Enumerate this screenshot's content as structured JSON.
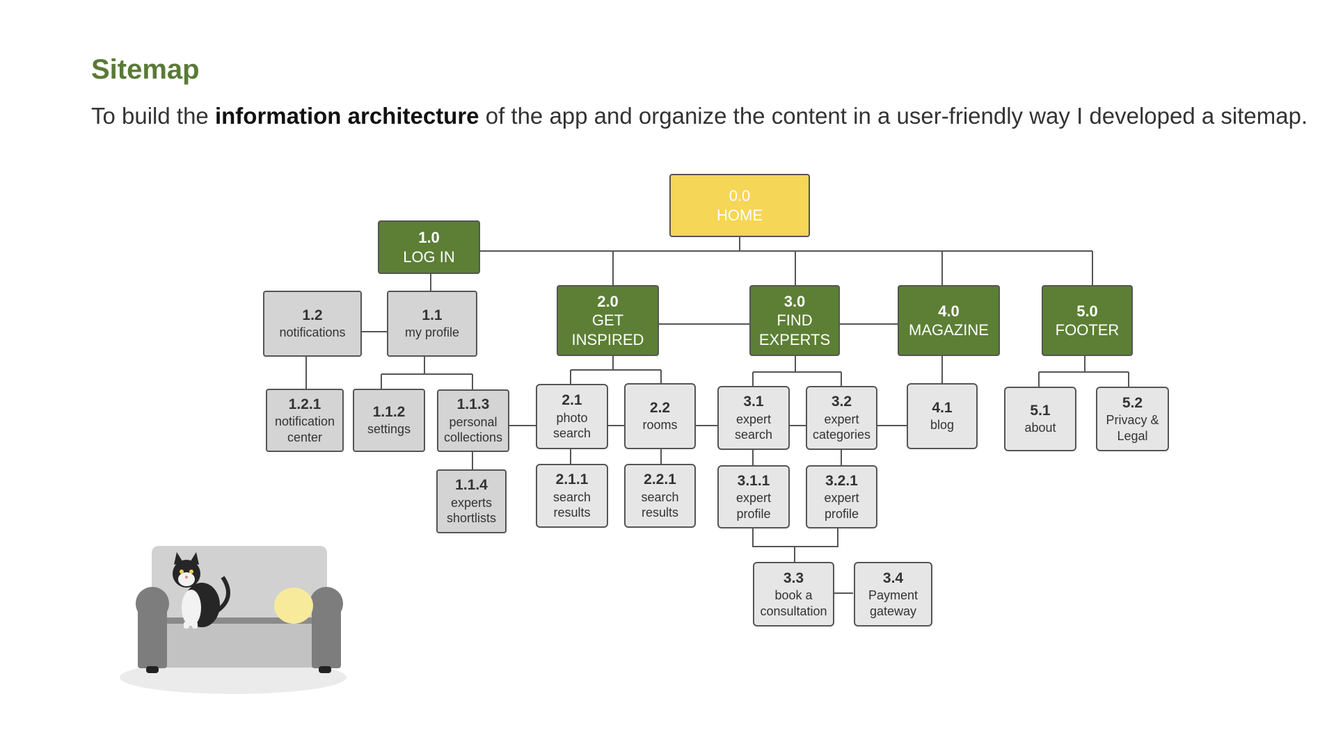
{
  "header": {
    "title": "Sitemap",
    "intro_before": "To build the ",
    "intro_bold": "information architecture",
    "intro_after": " of the app and organize the content in a user-friendly way I developed a sitemap."
  },
  "sitemap": {
    "home": {
      "num": "0.0",
      "label": "HOME"
    },
    "login": {
      "num": "1.0",
      "label": "LOG IN"
    },
    "notifications": {
      "num": "1.2",
      "label": "notifications"
    },
    "my_profile": {
      "num": "1.1",
      "label": "my profile"
    },
    "notification_center": {
      "num": "1.2.1",
      "label": "notification\ncenter"
    },
    "settings": {
      "num": "1.1.2",
      "label": "settings"
    },
    "personal_collections": {
      "num": "1.1.3",
      "label": "personal\ncollections"
    },
    "experts_shortlists": {
      "num": "1.1.4",
      "label": "experts\nshortlists"
    },
    "get_inspired": {
      "num": "2.0",
      "label": "GET\nINSPIRED"
    },
    "photo_search": {
      "num": "2.1",
      "label": "photo\nsearch"
    },
    "rooms": {
      "num": "2.2",
      "label": "rooms"
    },
    "photo_search_results": {
      "num": "2.1.1",
      "label": "search\nresults"
    },
    "rooms_search_results": {
      "num": "2.2.1",
      "label": "search\nresults"
    },
    "find_experts": {
      "num": "3.0",
      "label": "FIND\nEXPERTS"
    },
    "expert_search": {
      "num": "3.1",
      "label": "expert\nsearch"
    },
    "expert_categories": {
      "num": "3.2",
      "label": "expert\ncategories"
    },
    "expert_profile_a": {
      "num": "3.1.1",
      "label": "expert\nprofile"
    },
    "expert_profile_b": {
      "num": "3.2.1",
      "label": "expert\nprofile"
    },
    "book_consultation": {
      "num": "3.3",
      "label": "book a\nconsultation"
    },
    "payment_gateway": {
      "num": "3.4",
      "label": "Payment\ngateway"
    },
    "magazine": {
      "num": "4.0",
      "label": "MAGAZINE"
    },
    "blog": {
      "num": "4.1",
      "label": "blog"
    },
    "footer": {
      "num": "5.0",
      "label": "FOOTER"
    },
    "about": {
      "num": "5.1",
      "label": "about"
    },
    "privacy_legal": {
      "num": "5.2",
      "label": "Privacy &\nLegal"
    }
  },
  "colors": {
    "title_green": "#5a7a36",
    "section_green": "#5c7f35",
    "home_yellow": "#f6d656",
    "sub_gray": "#d4d4d4",
    "leaf_gray": "#e6e6e6",
    "connector": "#555555"
  },
  "illustration": {
    "icon": "cat-on-sofa-illustration"
  }
}
